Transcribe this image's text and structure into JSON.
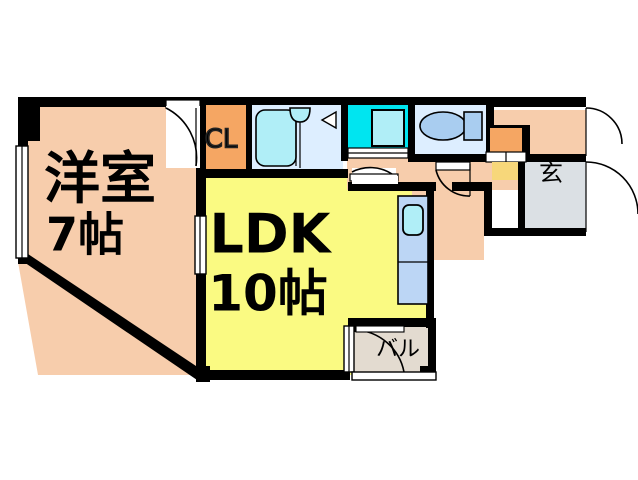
{
  "plan": {
    "title": "apartment-floor-plan",
    "rooms": [
      {
        "id": "washitsu",
        "name": "western-room",
        "label_main": "洋室",
        "label_sub": "7帖",
        "size_text": "7帖",
        "fill": "#f7cdac"
      },
      {
        "id": "ldk",
        "name": "living-dining-kitchen",
        "label_main": "LDK",
        "label_sub": "10帖",
        "size_text": "10帖",
        "fill": "#fafa82"
      },
      {
        "id": "closet",
        "name": "closet",
        "label_main": "CL",
        "fill": "#f5a663"
      },
      {
        "id": "bath",
        "name": "bathroom",
        "label_main": "",
        "fill": "#ddeeff"
      },
      {
        "id": "washroom",
        "name": "wash-basin-room",
        "label_main": "",
        "fill": "#00e5f0"
      },
      {
        "id": "toilet",
        "name": "toilet-room",
        "label_main": "",
        "fill": "#ddeeff"
      },
      {
        "id": "hallway",
        "name": "hallway",
        "label_main": "",
        "fill": "#f7cdac"
      },
      {
        "id": "genkan",
        "name": "entrance",
        "label_main": "玄",
        "fill": "#dbe0e4"
      },
      {
        "id": "balcony",
        "name": "balcony",
        "label_main": "バル",
        "fill": "#e3dbd0"
      }
    ],
    "fixtures": [
      {
        "id": "bathtub",
        "name": "bathtub",
        "fill": "#b0eef7"
      },
      {
        "id": "shower-head",
        "name": "shower-head",
        "fill": "#b0eef7"
      },
      {
        "id": "vanity-mirror",
        "name": "vanity-mirror",
        "fill": "#b0eef7"
      },
      {
        "id": "toilet-bowl",
        "name": "toilet-bowl",
        "fill": "#a9cdf0"
      },
      {
        "id": "toilet-tank",
        "name": "toilet-tank",
        "fill": "#a9cdf0"
      },
      {
        "id": "kitchen-sink",
        "name": "kitchen-sink",
        "fill": "#b0eef7"
      },
      {
        "id": "kitchen-counter",
        "name": "kitchen-counter",
        "fill": "#bcd6f5"
      },
      {
        "id": "shoe-box",
        "name": "shoe-box",
        "fill": "#f7d77a"
      },
      {
        "id": "hall-closet",
        "name": "hall-closet",
        "fill": "#f5a663"
      }
    ],
    "colors": {
      "wall": "#000000",
      "room_tatami": "#f7cdac",
      "room_ldk": "#fafa82",
      "closet": "#f5a663",
      "water_light": "#ddeeff",
      "water_bright": "#00e5f0",
      "fixture_blue": "#b0eef7",
      "entrance_grey": "#dbe0e4",
      "balcony_beige": "#e3dbd0",
      "background": "#ffffff"
    }
  }
}
